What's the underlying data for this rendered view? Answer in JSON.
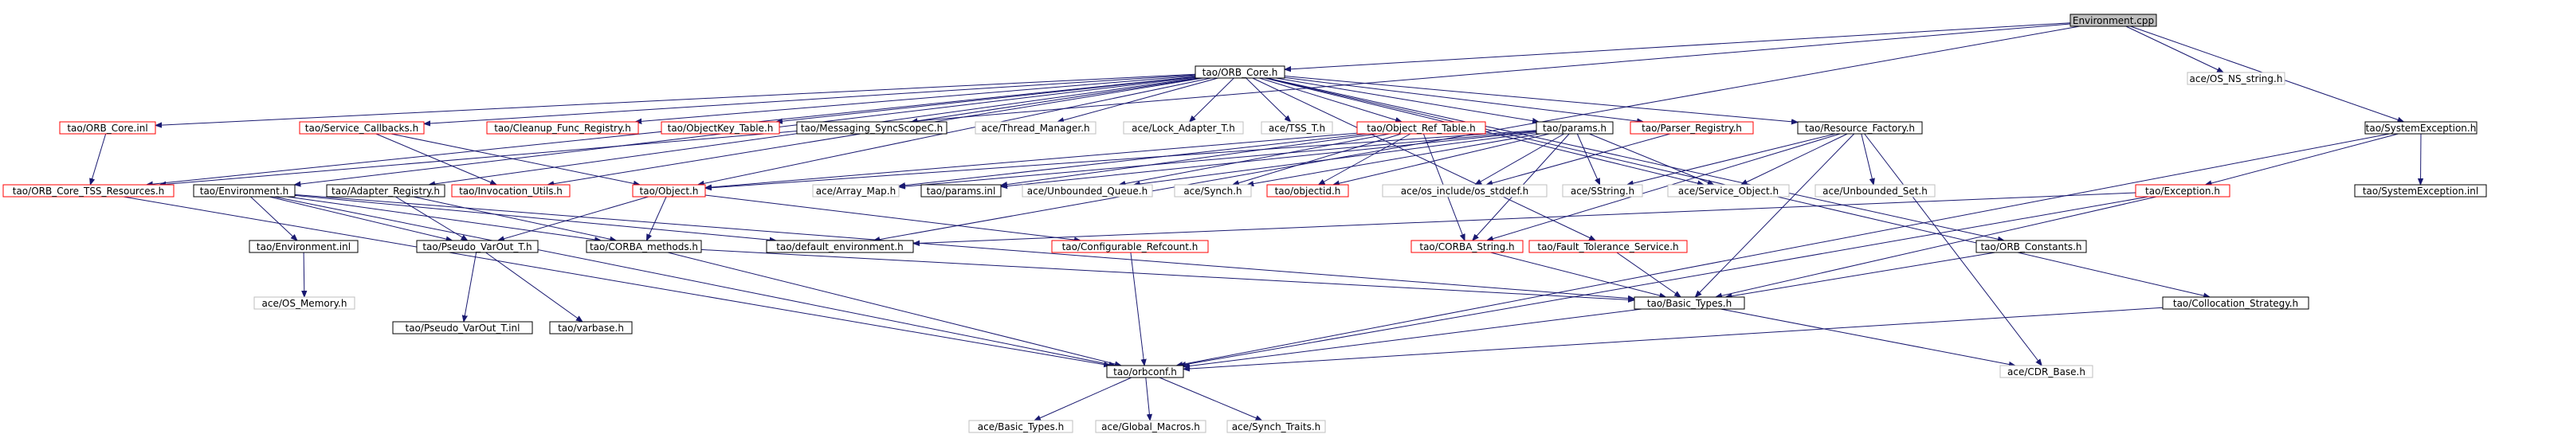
{
  "diagram": {
    "nodes": [
      {
        "id": "environment_cpp",
        "label": "Environment.cpp",
        "style": "root"
      },
      {
        "id": "orb_core_h",
        "label": "tao/ORB_Core.h",
        "style": "black"
      },
      {
        "id": "os_ns_string_h",
        "label": "ace/OS_NS_string.h",
        "style": "gray"
      },
      {
        "id": "systemexception_h",
        "label": "tao/SystemException.h",
        "style": "black"
      },
      {
        "id": "orb_core_inl",
        "label": "tao/ORB_Core.inl",
        "style": "red"
      },
      {
        "id": "environment_h",
        "label": "tao/Environment.h",
        "style": "black"
      },
      {
        "id": "service_callbacks_h",
        "label": "tao/Service_Callbacks.h",
        "style": "red"
      },
      {
        "id": "adapter_registry_h",
        "label": "tao/Adapter_Registry.h",
        "style": "black"
      },
      {
        "id": "cleanup_func_registry_h",
        "label": "tao/Cleanup_Func_Registry.h",
        "style": "red"
      },
      {
        "id": "objectkey_table_h",
        "label": "tao/ObjectKey_Table.h",
        "style": "red"
      },
      {
        "id": "messaging_syncscopec_h",
        "label": "tao/Messaging_SyncScopeC.h",
        "style": "black"
      },
      {
        "id": "thread_manager_h",
        "label": "ace/Thread_Manager.h",
        "style": "gray"
      },
      {
        "id": "lock_adapter_t_h",
        "label": "ace/Lock_Adapter_T.h",
        "style": "gray"
      },
      {
        "id": "tss_t_h",
        "label": "ace/TSS_T.h",
        "style": "gray"
      },
      {
        "id": "object_ref_table_h",
        "label": "tao/Object_Ref_Table.h",
        "style": "red"
      },
      {
        "id": "params_h",
        "label": "tao/params.h",
        "style": "black"
      },
      {
        "id": "parser_registry_h",
        "label": "tao/Parser_Registry.h",
        "style": "red"
      },
      {
        "id": "resource_factory_h",
        "label": "tao/Resource_Factory.h",
        "style": "black"
      },
      {
        "id": "orb_core_tss_resources_h",
        "label": "tao/ORB_Core_TSS_Resources.h",
        "style": "red"
      },
      {
        "id": "invocation_utils_h",
        "label": "tao/Invocation_Utils.h",
        "style": "red"
      },
      {
        "id": "object_h",
        "label": "tao/Object.h",
        "style": "red"
      },
      {
        "id": "array_map_h",
        "label": "ace/Array_Map.h",
        "style": "gray"
      },
      {
        "id": "params_inl",
        "label": "tao/params.inl",
        "style": "black"
      },
      {
        "id": "unbounded_queue_h",
        "label": "ace/Unbounded_Queue.h",
        "style": "gray"
      },
      {
        "id": "synch_h",
        "label": "ace/Synch.h",
        "style": "gray"
      },
      {
        "id": "objectid_h",
        "label": "tao/objectid.h",
        "style": "red"
      },
      {
        "id": "os_stddef_h",
        "label": "ace/os_include/os_stddef.h",
        "style": "gray"
      },
      {
        "id": "sstring_h",
        "label": "ace/SString.h",
        "style": "gray"
      },
      {
        "id": "service_object_h",
        "label": "ace/Service_Object.h",
        "style": "gray"
      },
      {
        "id": "unbounded_set_h",
        "label": "ace/Unbounded_Set.h",
        "style": "gray"
      },
      {
        "id": "exception_h",
        "label": "tao/Exception.h",
        "style": "red"
      },
      {
        "id": "systemexception_inl",
        "label": "tao/SystemException.inl",
        "style": "black"
      },
      {
        "id": "environment_inl",
        "label": "tao/Environment.inl",
        "style": "black"
      },
      {
        "id": "pseudo_varout_t_h",
        "label": "tao/Pseudo_VarOut_T.h",
        "style": "black"
      },
      {
        "id": "corba_methods_h",
        "label": "tao/CORBA_methods.h",
        "style": "black"
      },
      {
        "id": "default_environment_h",
        "label": "tao/default_environment.h",
        "style": "black"
      },
      {
        "id": "configurable_refcount_h",
        "label": "tao/Configurable_Refcount.h",
        "style": "red"
      },
      {
        "id": "corba_string_h",
        "label": "tao/CORBA_String.h",
        "style": "red"
      },
      {
        "id": "fault_tolerance_service_h",
        "label": "tao/Fault_Tolerance_Service.h",
        "style": "red"
      },
      {
        "id": "orb_constants_h",
        "label": "tao/ORB_Constants.h",
        "style": "black"
      },
      {
        "id": "os_memory_h",
        "label": "ace/OS_Memory.h",
        "style": "gray"
      },
      {
        "id": "pseudo_varout_t_inl",
        "label": "tao/Pseudo_VarOut_T.inl",
        "style": "black"
      },
      {
        "id": "varbase_h",
        "label": "tao/varbase.h",
        "style": "black"
      },
      {
        "id": "basic_types_h_tao",
        "label": "tao/Basic_Types.h",
        "style": "black"
      },
      {
        "id": "collocation_strategy_h",
        "label": "tao/Collocation_Strategy.h",
        "style": "black"
      },
      {
        "id": "orbconf_h",
        "label": "tao/orbconf.h",
        "style": "black"
      },
      {
        "id": "cdr_base_h",
        "label": "ace/CDR_Base.h",
        "style": "gray"
      },
      {
        "id": "basic_types_h_ace",
        "label": "ace/Basic_Types.h",
        "style": "gray"
      },
      {
        "id": "global_macros_h",
        "label": "ace/Global_Macros.h",
        "style": "gray"
      },
      {
        "id": "synch_traits_h",
        "label": "ace/Synch_Traits.h",
        "style": "gray"
      }
    ],
    "edges": [
      [
        "environment_cpp",
        "orb_core_h"
      ],
      [
        "environment_cpp",
        "os_ns_string_h"
      ],
      [
        "environment_cpp",
        "systemexception_h"
      ],
      [
        "environment_cpp",
        "orb_core_tss_resources_h"
      ],
      [
        "environment_cpp",
        "default_environment_h"
      ],
      [
        "orb_core_h",
        "orb_core_inl"
      ],
      [
        "orb_core_h",
        "environment_h"
      ],
      [
        "orb_core_h",
        "service_callbacks_h"
      ],
      [
        "orb_core_h",
        "adapter_registry_h"
      ],
      [
        "orb_core_h",
        "cleanup_func_registry_h"
      ],
      [
        "orb_core_h",
        "objectkey_table_h"
      ],
      [
        "orb_core_h",
        "messaging_syncscopec_h"
      ],
      [
        "orb_core_h",
        "thread_manager_h"
      ],
      [
        "orb_core_h",
        "lock_adapter_t_h"
      ],
      [
        "orb_core_h",
        "tss_t_h"
      ],
      [
        "orb_core_h",
        "object_ref_table_h"
      ],
      [
        "orb_core_h",
        "params_h"
      ],
      [
        "orb_core_h",
        "parser_registry_h"
      ],
      [
        "orb_core_h",
        "resource_factory_h"
      ],
      [
        "orb_core_h",
        "orb_core_tss_resources_h"
      ],
      [
        "orb_core_h",
        "invocation_utils_h"
      ],
      [
        "orb_core_h",
        "object_h"
      ],
      [
        "orb_core_h",
        "service_object_h"
      ],
      [
        "orb_core_h",
        "fault_tolerance_service_h"
      ],
      [
        "orb_core_h",
        "orb_constants_h"
      ],
      [
        "orb_core_h",
        "collocation_strategy_h"
      ],
      [
        "orb_core_inl",
        "orb_core_tss_resources_h"
      ],
      [
        "systemexception_h",
        "exception_h"
      ],
      [
        "systemexception_h",
        "systemexception_inl"
      ],
      [
        "systemexception_h",
        "orbconf_h"
      ],
      [
        "service_callbacks_h",
        "invocation_utils_h"
      ],
      [
        "service_callbacks_h",
        "object_h"
      ],
      [
        "object_ref_table_h",
        "object_h"
      ],
      [
        "object_ref_table_h",
        "array_map_h"
      ],
      [
        "object_ref_table_h",
        "params_inl"
      ],
      [
        "object_ref_table_h",
        "unbounded_queue_h"
      ],
      [
        "object_ref_table_h",
        "synch_h"
      ],
      [
        "object_ref_table_h",
        "objectid_h"
      ],
      [
        "object_ref_table_h",
        "corba_string_h"
      ],
      [
        "params_h",
        "object_h"
      ],
      [
        "params_h",
        "array_map_h"
      ],
      [
        "params_h",
        "params_inl"
      ],
      [
        "params_h",
        "unbounded_queue_h"
      ],
      [
        "params_h",
        "synch_h"
      ],
      [
        "params_h",
        "objectid_h"
      ],
      [
        "params_h",
        "os_stddef_h"
      ],
      [
        "params_h",
        "sstring_h"
      ],
      [
        "params_h",
        "corba_string_h"
      ],
      [
        "params_h",
        "service_object_h"
      ],
      [
        "parser_registry_h",
        "os_stddef_h"
      ],
      [
        "resource_factory_h",
        "sstring_h"
      ],
      [
        "resource_factory_h",
        "service_object_h"
      ],
      [
        "resource_factory_h",
        "unbounded_set_h"
      ],
      [
        "resource_factory_h",
        "cdr_base_h"
      ],
      [
        "resource_factory_h",
        "corba_string_h"
      ],
      [
        "resource_factory_h",
        "basic_types_h_tao"
      ],
      [
        "environment_h",
        "environment_inl"
      ],
      [
        "environment_h",
        "pseudo_varout_t_h"
      ],
      [
        "environment_h",
        "corba_methods_h"
      ],
      [
        "environment_h",
        "default_environment_h"
      ],
      [
        "environment_h",
        "basic_types_h_tao"
      ],
      [
        "environment_h",
        "orbconf_h"
      ],
      [
        "adapter_registry_h",
        "pseudo_varout_t_h"
      ],
      [
        "adapter_registry_h",
        "corba_methods_h"
      ],
      [
        "object_h",
        "pseudo_varout_t_h"
      ],
      [
        "object_h",
        "corba_methods_h"
      ],
      [
        "object_h",
        "configurable_refcount_h"
      ],
      [
        "exception_h",
        "default_environment_h"
      ],
      [
        "exception_h",
        "basic_types_h_tao"
      ],
      [
        "exception_h",
        "orbconf_h"
      ],
      [
        "environment_inl",
        "os_memory_h"
      ],
      [
        "pseudo_varout_t_h",
        "pseudo_varout_t_inl"
      ],
      [
        "pseudo_varout_t_h",
        "varbase_h"
      ],
      [
        "corba_methods_h",
        "basic_types_h_tao"
      ],
      [
        "corba_methods_h",
        "orbconf_h"
      ],
      [
        "configurable_refcount_h",
        "orbconf_h"
      ],
      [
        "corba_string_h",
        "basic_types_h_tao"
      ],
      [
        "fault_tolerance_service_h",
        "basic_types_h_tao"
      ],
      [
        "orb_constants_h",
        "basic_types_h_tao"
      ],
      [
        "collocation_strategy_h",
        "orbconf_h"
      ],
      [
        "orb_core_tss_resources_h",
        "orbconf_h"
      ],
      [
        "basic_types_h_tao",
        "orbconf_h"
      ],
      [
        "basic_types_h_tao",
        "cdr_base_h"
      ],
      [
        "orbconf_h",
        "basic_types_h_ace"
      ],
      [
        "orbconf_h",
        "global_macros_h"
      ],
      [
        "orbconf_h",
        "synch_traits_h"
      ]
    ],
    "colors": {
      "edge": "#191970",
      "black_border": "#000000",
      "red_border": "#ff0000",
      "gray_border": "#bfbfbf",
      "root_fill": "#bfbfbf",
      "fill": "#ffffff"
    }
  }
}
